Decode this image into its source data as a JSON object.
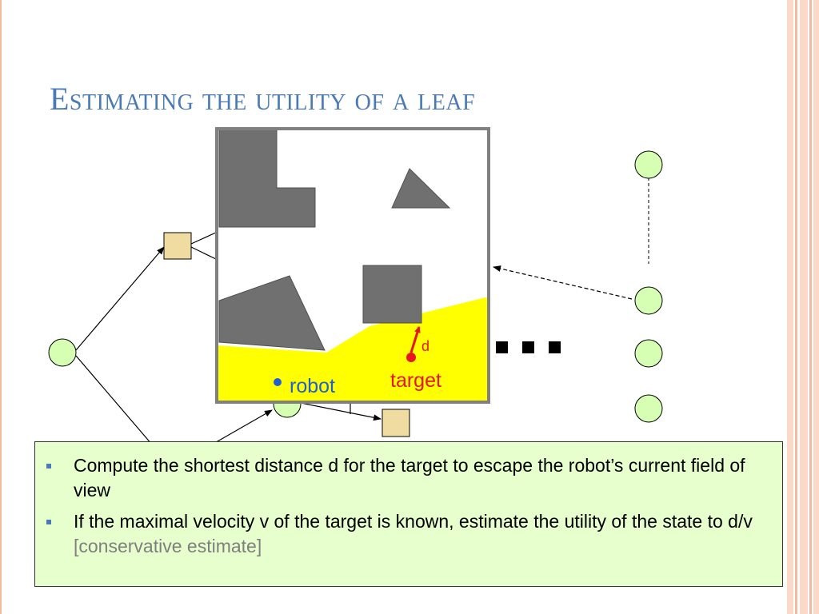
{
  "slide": {
    "title": "Estimating the utility of a leaf"
  },
  "diagram": {
    "robot_label": "robot",
    "target_label": "target",
    "distance_label": "d",
    "ellipsis": "…"
  },
  "bullets": [
    {
      "text": "Compute the shortest distance d for the target to escape the robot’s current field of view"
    },
    {
      "text": "If the maximal velocity v of the target is known, estimate the utility of the state to d/v",
      "note": "[conservative estimate]"
    }
  ],
  "colors": {
    "title": "#4a7ab5",
    "field_of_view": "#ffff00",
    "obstacle": "#707070",
    "robot": "#1f5fd6",
    "target": "#e8141e",
    "bullet_box": "#e6ffcc",
    "tree_square": "#f0dca0",
    "tree_circle": "#d6ffb4"
  }
}
